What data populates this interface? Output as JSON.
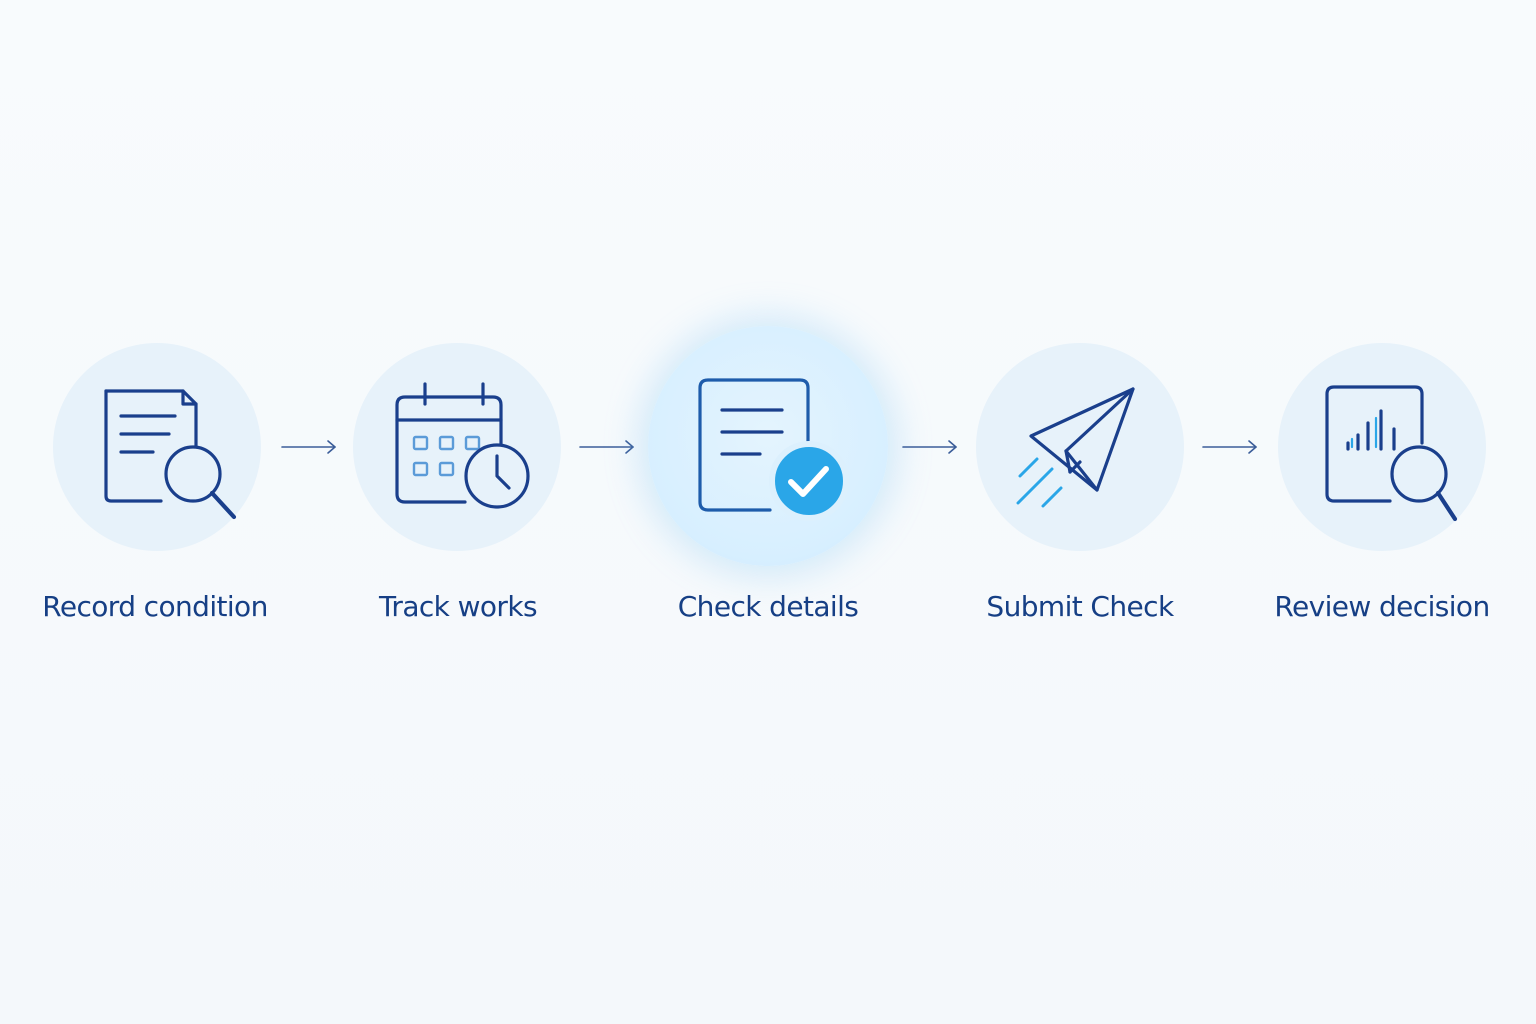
{
  "steps": [
    {
      "label": "Record condition",
      "icon": "document-search-icon"
    },
    {
      "label": "Track works",
      "icon": "calendar-clock-icon"
    },
    {
      "label": "Check details",
      "icon": "document-check-icon",
      "active": true
    },
    {
      "label": "Submit Check",
      "icon": "paper-plane-icon"
    },
    {
      "label": "Review decision",
      "icon": "chart-search-icon"
    }
  ],
  "colors": {
    "text": "#163f85",
    "icon_stroke": "#1a3f8c",
    "accent": "#2aa6e8",
    "circle": "#e7f2fa",
    "background": "#f6f9fc"
  }
}
